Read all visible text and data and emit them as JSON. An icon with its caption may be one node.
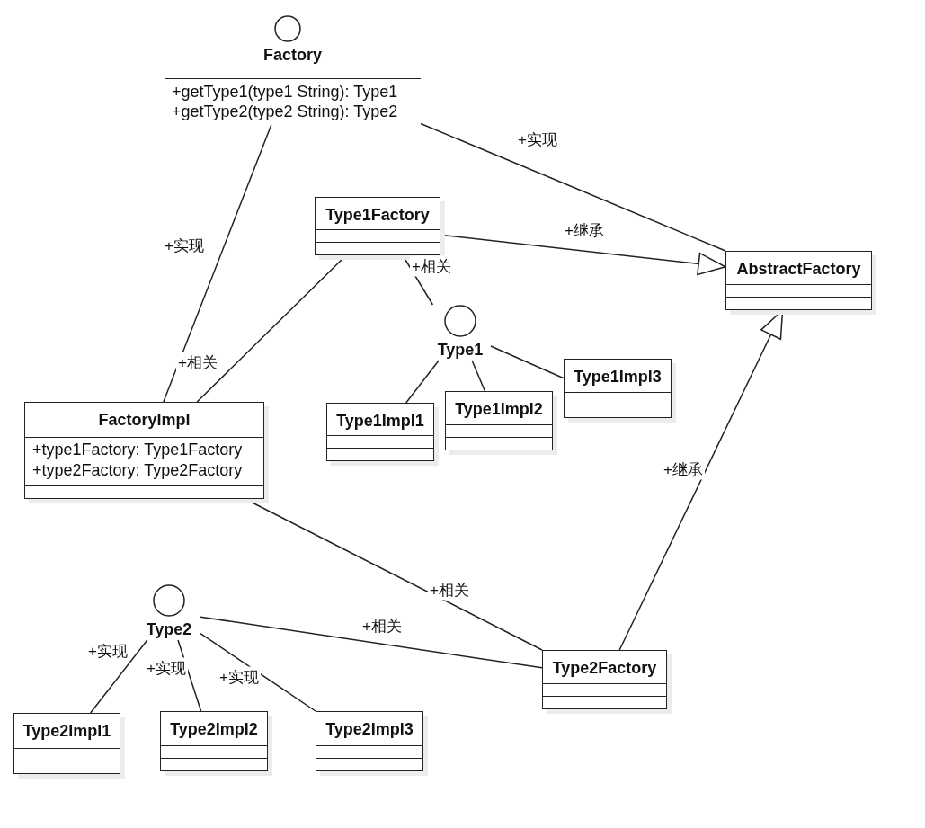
{
  "diagram": {
    "nodes": [
      {
        "text": [
          "Factory",
          "+getType1(type1 String): Type1",
          "+getType2(type2 String): Type2"
        ]
      },
      {
        "text": [
          "Type1Factory"
        ]
      },
      {
        "text": [
          "AbstractFactory"
        ]
      },
      {
        "text": [
          "Type1"
        ]
      },
      {
        "text": [
          "Type1Impl3"
        ]
      },
      {
        "text": [
          "FactoryImpl",
          "+type1Factory: Type1Factory",
          "+type2Factory: Type2Factory"
        ]
      },
      {
        "text": [
          "Type1Impl1"
        ]
      },
      {
        "text": [
          "Type1Impl2"
        ]
      },
      {
        "text": [
          "Type2"
        ]
      },
      {
        "text": [
          "Type2Factory"
        ]
      },
      {
        "text": [
          "Type2Impl1"
        ]
      },
      {
        "text": [
          "Type2Impl2"
        ]
      },
      {
        "text": [
          "Type2Impl3"
        ]
      }
    ],
    "edges": [
      {
        "from": 0,
        "to": 2,
        "arrow": "none",
        "label": "+实现"
      },
      {
        "from": 0,
        "to": 5,
        "arrow": "none",
        "label": "+实现"
      },
      {
        "from": 1,
        "to": 2,
        "arrow": "to",
        "label": "+继承"
      },
      {
        "from": 1,
        "to": 5,
        "arrow": "none"
      },
      {
        "from": 1,
        "to": 3,
        "arrow": "none",
        "label": "+相关"
      },
      {
        "from": 3,
        "to": 6,
        "arrow": "none"
      },
      {
        "from": 3,
        "to": 7,
        "arrow": "none"
      },
      {
        "from": 3,
        "to": 4,
        "arrow": "none"
      },
      {
        "from": 5,
        "to": 9,
        "arrow": "none",
        "label": "+相关"
      },
      {
        "from": 8,
        "to": 9,
        "arrow": "none",
        "label": "+相关"
      },
      {
        "from": 9,
        "to": 2,
        "arrow": "to",
        "label": "+继承"
      },
      {
        "from": 8,
        "to": 10,
        "arrow": "none",
        "label": "+实现"
      },
      {
        "from": 8,
        "to": 11,
        "arrow": "none",
        "label": "+实现"
      },
      {
        "from": 8,
        "to": 12,
        "arrow": "none",
        "label": "+实现"
      }
    ],
    "labels": [
      "+相关"
    ]
  }
}
